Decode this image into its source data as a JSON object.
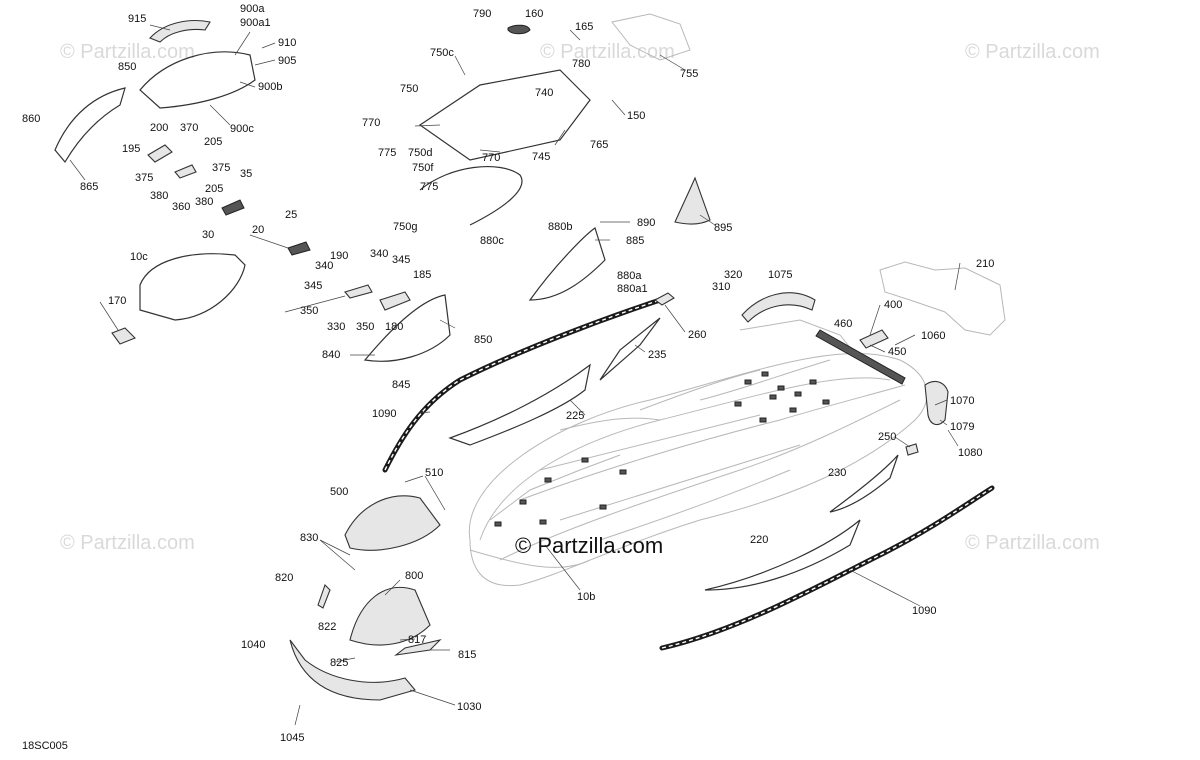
{
  "diagram_code": "18SC005",
  "watermark": {
    "small": "© Partzilla.com",
    "main": "© Partzilla.com"
  },
  "callouts": [
    {
      "id": "915",
      "label": "915"
    },
    {
      "id": "900a",
      "label": "900a"
    },
    {
      "id": "900a1",
      "label": "900a1"
    },
    {
      "id": "910",
      "label": "910"
    },
    {
      "id": "905",
      "label": "905"
    },
    {
      "id": "850a",
      "label": "850"
    },
    {
      "id": "900b",
      "label": "900b"
    },
    {
      "id": "900c",
      "label": "900c"
    },
    {
      "id": "860",
      "label": "860"
    },
    {
      "id": "865",
      "label": "865"
    },
    {
      "id": "200",
      "label": "200"
    },
    {
      "id": "370",
      "label": "370"
    },
    {
      "id": "195",
      "label": "195"
    },
    {
      "id": "205a",
      "label": "205"
    },
    {
      "id": "375a",
      "label": "375"
    },
    {
      "id": "375b",
      "label": "375"
    },
    {
      "id": "205b",
      "label": "205"
    },
    {
      "id": "35",
      "label": "35"
    },
    {
      "id": "380a",
      "label": "380"
    },
    {
      "id": "360",
      "label": "360"
    },
    {
      "id": "380b",
      "label": "380"
    },
    {
      "id": "30",
      "label": "30"
    },
    {
      "id": "790",
      "label": "790"
    },
    {
      "id": "160",
      "label": "160"
    },
    {
      "id": "165",
      "label": "165"
    },
    {
      "id": "755",
      "label": "755"
    },
    {
      "id": "750c",
      "label": "750c"
    },
    {
      "id": "780",
      "label": "780"
    },
    {
      "id": "740",
      "label": "740"
    },
    {
      "id": "150",
      "label": "150"
    },
    {
      "id": "750",
      "label": "750"
    },
    {
      "id": "770a",
      "label": "770"
    },
    {
      "id": "765",
      "label": "765"
    },
    {
      "id": "775a",
      "label": "775"
    },
    {
      "id": "750d",
      "label": "750d"
    },
    {
      "id": "745",
      "label": "745"
    },
    {
      "id": "750f",
      "label": "750f"
    },
    {
      "id": "770b",
      "label": "770"
    },
    {
      "id": "775b",
      "label": "775"
    },
    {
      "id": "750g",
      "label": "750g"
    },
    {
      "id": "25",
      "label": "25"
    },
    {
      "id": "20",
      "label": "20"
    },
    {
      "id": "10c",
      "label": "10c"
    },
    {
      "id": "170",
      "label": "170"
    },
    {
      "id": "190",
      "label": "190"
    },
    {
      "id": "340a",
      "label": "340"
    },
    {
      "id": "340b",
      "label": "340"
    },
    {
      "id": "345a",
      "label": "345"
    },
    {
      "id": "345b",
      "label": "345"
    },
    {
      "id": "185",
      "label": "185"
    },
    {
      "id": "350a",
      "label": "350"
    },
    {
      "id": "330",
      "label": "330"
    },
    {
      "id": "350b",
      "label": "350"
    },
    {
      "id": "180",
      "label": "180"
    },
    {
      "id": "850b",
      "label": "850"
    },
    {
      "id": "840",
      "label": "840"
    },
    {
      "id": "845",
      "label": "845"
    },
    {
      "id": "880b",
      "label": "880b"
    },
    {
      "id": "890",
      "label": "890"
    },
    {
      "id": "880c",
      "label": "880c"
    },
    {
      "id": "885",
      "label": "885"
    },
    {
      "id": "880a",
      "label": "880a"
    },
    {
      "id": "880a1",
      "label": "880a1"
    },
    {
      "id": "895",
      "label": "895"
    },
    {
      "id": "260",
      "label": "260"
    },
    {
      "id": "235",
      "label": "235"
    },
    {
      "id": "320",
      "label": "320"
    },
    {
      "id": "1075",
      "label": "1075"
    },
    {
      "id": "310",
      "label": "310"
    },
    {
      "id": "210",
      "label": "210"
    },
    {
      "id": "400",
      "label": "400"
    },
    {
      "id": "460",
      "label": "460"
    },
    {
      "id": "1060",
      "label": "1060"
    },
    {
      "id": "450",
      "label": "450"
    },
    {
      "id": "1090a",
      "label": "1090"
    },
    {
      "id": "225",
      "label": "225"
    },
    {
      "id": "1070",
      "label": "1070"
    },
    {
      "id": "1079",
      "label": "1079"
    },
    {
      "id": "1080",
      "label": "1080"
    },
    {
      "id": "250",
      "label": "250"
    },
    {
      "id": "510",
      "label": "510"
    },
    {
      "id": "500",
      "label": "500"
    },
    {
      "id": "230",
      "label": "230"
    },
    {
      "id": "830",
      "label": "830"
    },
    {
      "id": "10b",
      "label": "10b"
    },
    {
      "id": "220",
      "label": "220"
    },
    {
      "id": "820",
      "label": "820"
    },
    {
      "id": "800",
      "label": "800"
    },
    {
      "id": "822",
      "label": "822"
    },
    {
      "id": "1040",
      "label": "1040"
    },
    {
      "id": "817",
      "label": "817"
    },
    {
      "id": "815",
      "label": "815"
    },
    {
      "id": "825",
      "label": "825"
    },
    {
      "id": "1090b",
      "label": "1090"
    },
    {
      "id": "1030",
      "label": "1030"
    },
    {
      "id": "1045",
      "label": "1045"
    }
  ]
}
